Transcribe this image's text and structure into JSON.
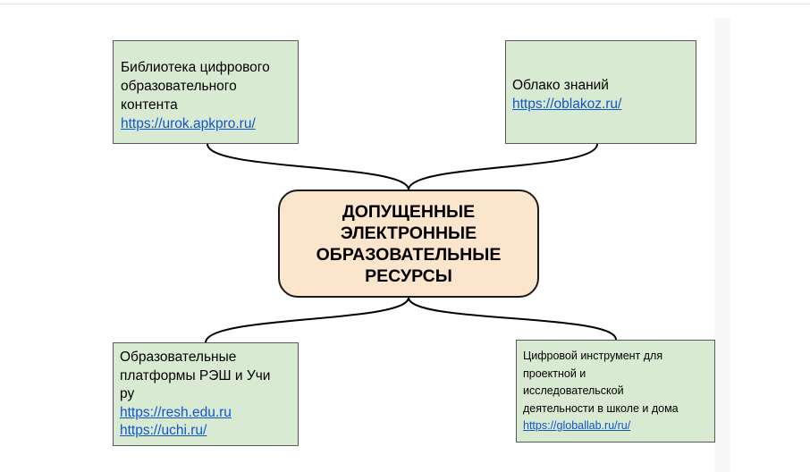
{
  "colors": {
    "leaf_fill": "#d9ead3",
    "leaf_border": "#595959",
    "center_fill": "#fce5cd",
    "center_border": "#1a1a1a",
    "link": "#1155cc",
    "connector": "#000000"
  },
  "diagram": {
    "center": {
      "lines": [
        "ДОПУЩЕННЫЕ",
        "ЭЛЕКТРОННЫЕ",
        "ОБРАЗОВАТЕЛЬНЫЕ",
        "РЕСУРСЫ"
      ]
    },
    "top_left": {
      "lines": [
        "Библиотека цифрового",
        "образовательного",
        "контента"
      ],
      "links": [
        "https://urok.apkpro.ru/"
      ]
    },
    "top_right": {
      "lines": [
        "Облако знаний"
      ],
      "links": [
        "https://oblakoz.ru/"
      ]
    },
    "bottom_left": {
      "lines": [
        "Образовательные",
        "платформы РЭШ и Учи",
        "ру"
      ],
      "links": [
        "https://resh.edu.ru",
        "https://uchi.ru/"
      ]
    },
    "bottom_right": {
      "lines": [
        "Цифровой инструмент для",
        "проектной и",
        "исследовательской",
        "деятельности в школе и дома"
      ],
      "links": [
        "https://globallab.ru/ru/"
      ]
    }
  }
}
